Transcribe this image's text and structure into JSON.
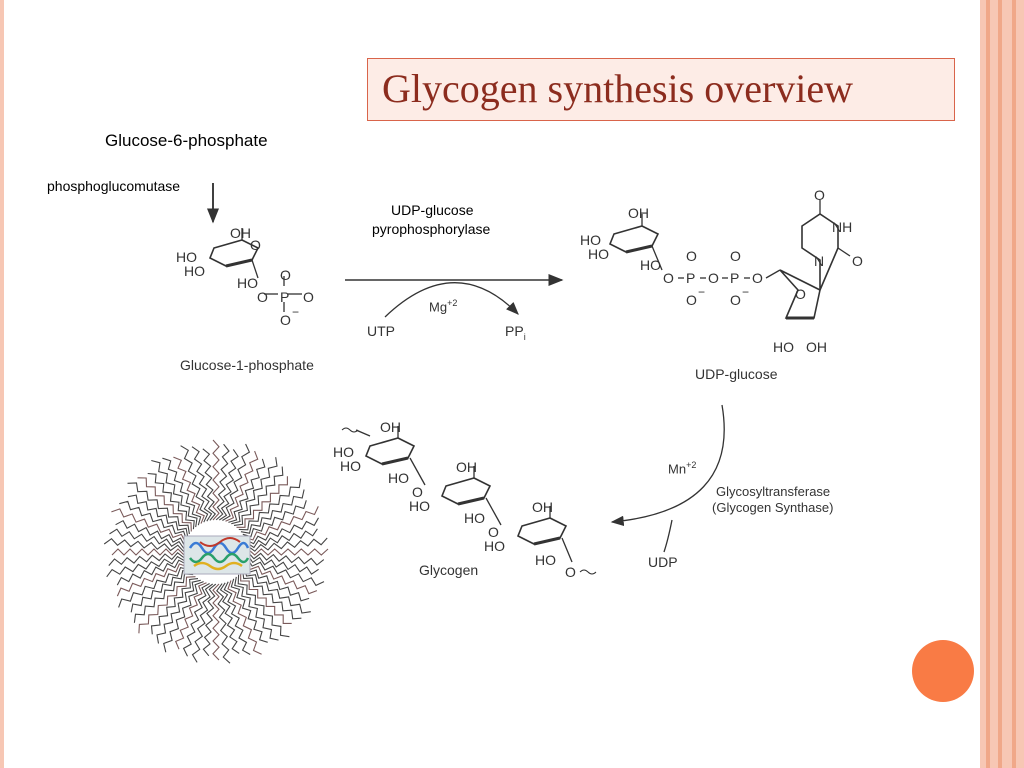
{
  "slide": {
    "title": "Glycogen synthesis overview",
    "accent_color": "#8c2c1e",
    "dot_color": "#f97b45"
  },
  "labels": {
    "g6p": "Glucose-6-phosphate",
    "enzyme1": "phosphoglucomutase",
    "enzyme2_line1": "UDP-glucose",
    "enzyme2_line2": "pyrophosphorylase",
    "g1p": "Glucose-1-phosphate",
    "udpglc": "UDP-glucose",
    "glycogen": "Glycogen",
    "mg": "Mg",
    "mg_charge": "+2",
    "utp": "UTP",
    "ppi": "PP",
    "ppi_sub": "i",
    "mn": "Mn",
    "mn_charge": "+2",
    "synthase_line1": "Glycosyltransferase",
    "synthase_line2": "(Glycogen Synthase)",
    "udp": "UDP"
  },
  "atoms": {
    "oh": "OH",
    "ho": "HO",
    "o": "O",
    "p": "P",
    "n": "N",
    "nh": "NH",
    "minus": "−"
  },
  "icons": [
    "glycogen-granule-icon",
    "glycogenin-protein-icon",
    "reaction-arrow-icon",
    "curved-arrow-icon"
  ]
}
